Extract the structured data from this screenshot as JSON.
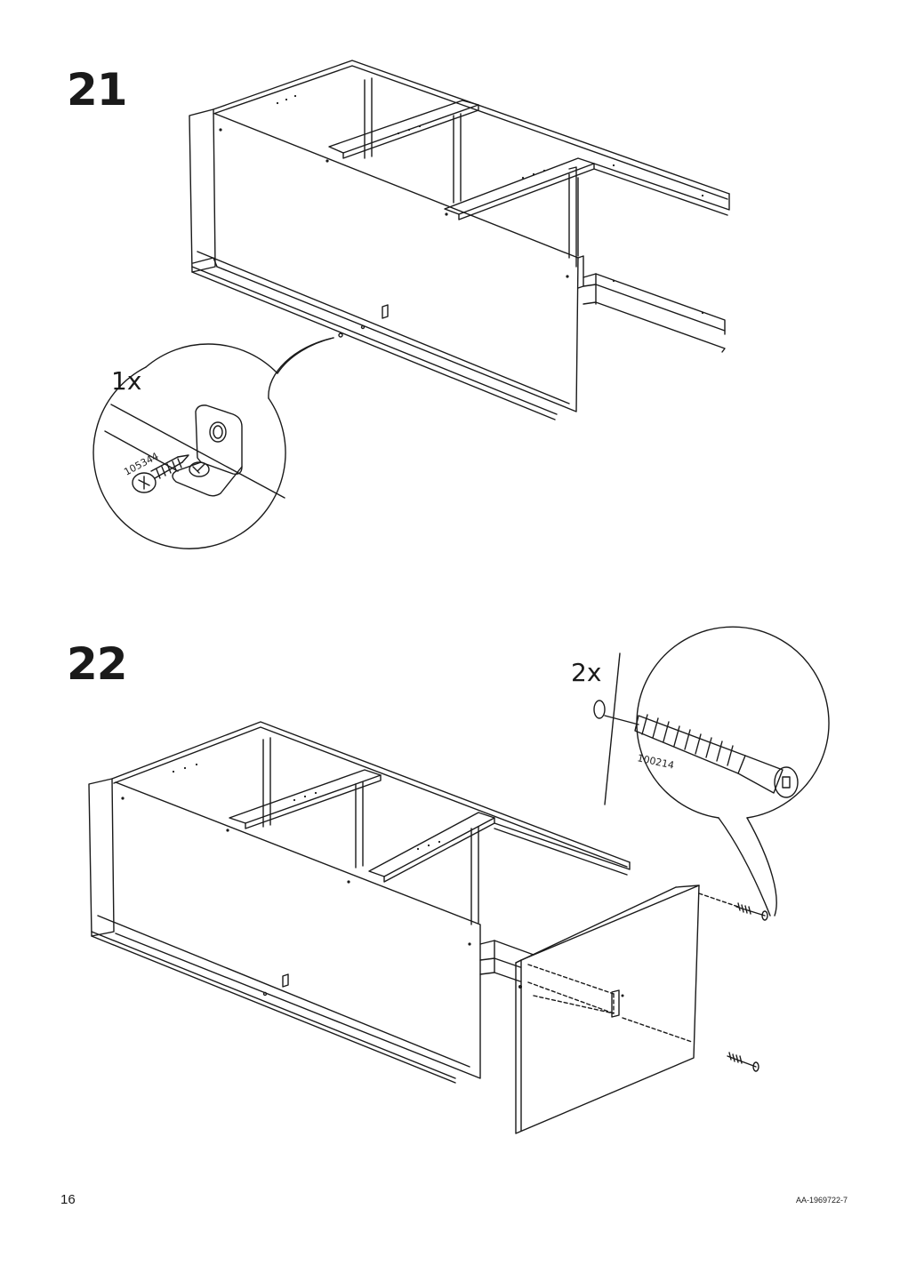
{
  "steps": [
    {
      "number": "21",
      "quantity": "1x",
      "part_number": "105344"
    },
    {
      "number": "22",
      "quantity": "2x",
      "part_number": "100214"
    }
  ],
  "footer": {
    "page_number": "16",
    "doc_code": "AA-1969722-7"
  },
  "colors": {
    "line": "#1a1a1a",
    "background": "#ffffff"
  },
  "icons": [
    "allen-screw-icon",
    "wood-screw-icon",
    "angle-bracket-icon"
  ]
}
